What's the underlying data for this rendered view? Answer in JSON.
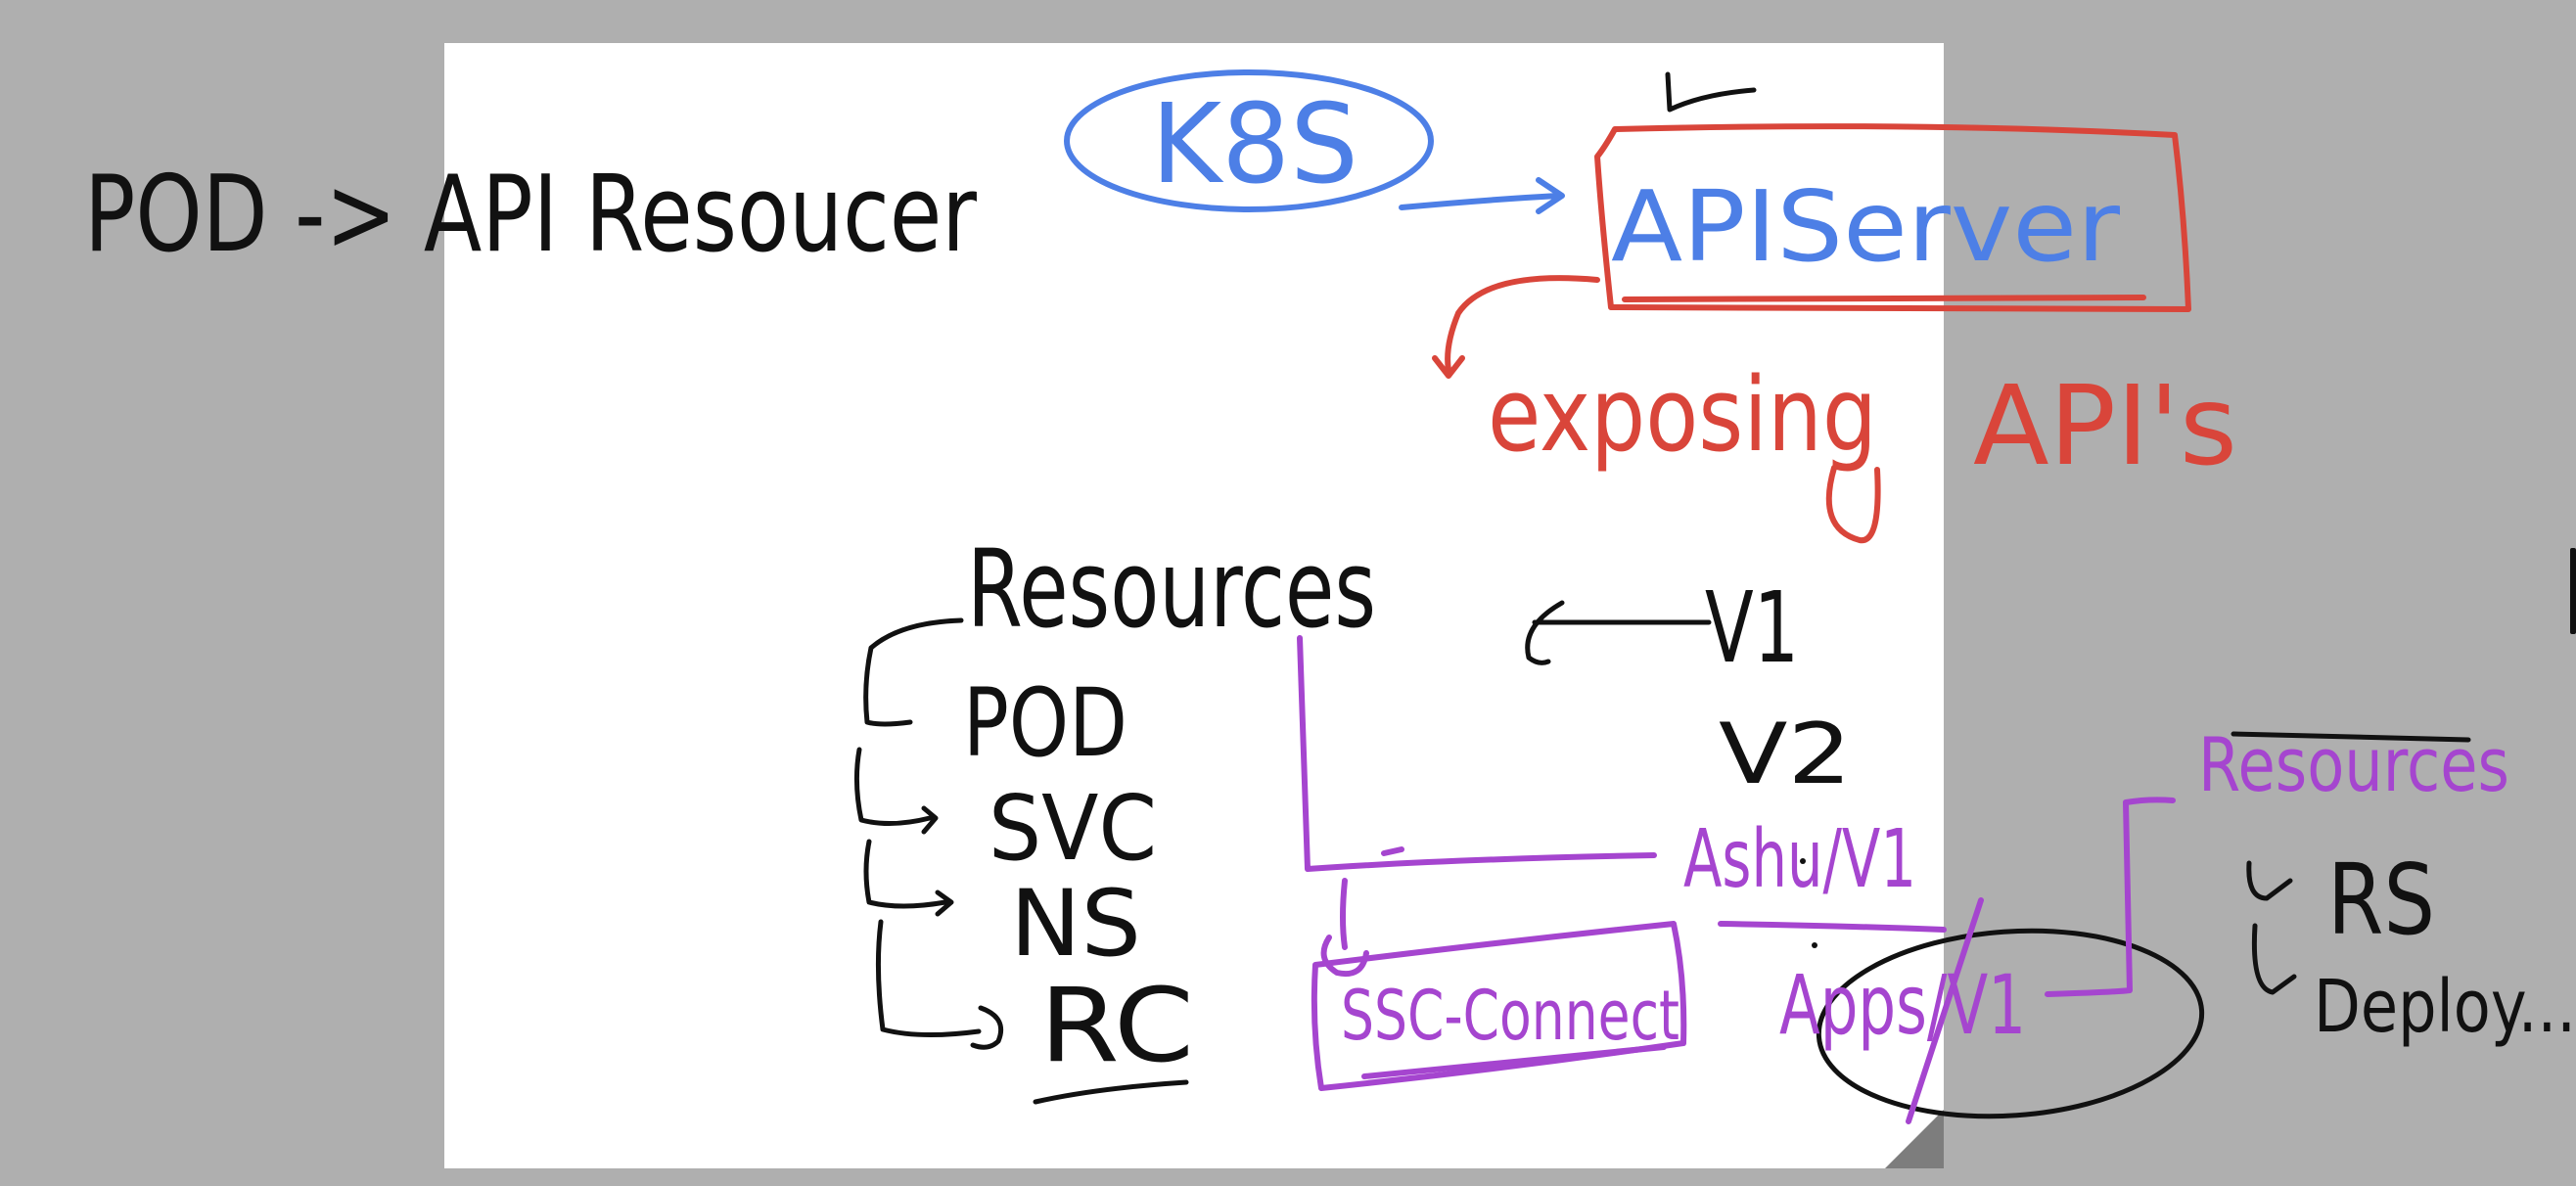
{
  "colors": {
    "background": "#afafaf",
    "page": "#ffffff",
    "ink_black": "#111111",
    "ink_blue": "#4d7fe6",
    "ink_red": "#d9453a",
    "ink_purple": "#a545cf"
  },
  "title_note": "POD -> API Resoucer",
  "k8s": "K8S",
  "api_server": "APIServer",
  "exposing": "exposing",
  "apis": "API's",
  "resources": {
    "title": "Resources",
    "items": [
      "POD",
      "SVC",
      "NS",
      "RC"
    ]
  },
  "versions": [
    "V1",
    "V2"
  ],
  "group_ashu": "Ashu/V1",
  "group_apps": "Apps/V1",
  "ssc_connect": "SSC-Connect",
  "right_resources": {
    "title": "Resources",
    "items": [
      "RS",
      "Deploy..."
    ]
  }
}
